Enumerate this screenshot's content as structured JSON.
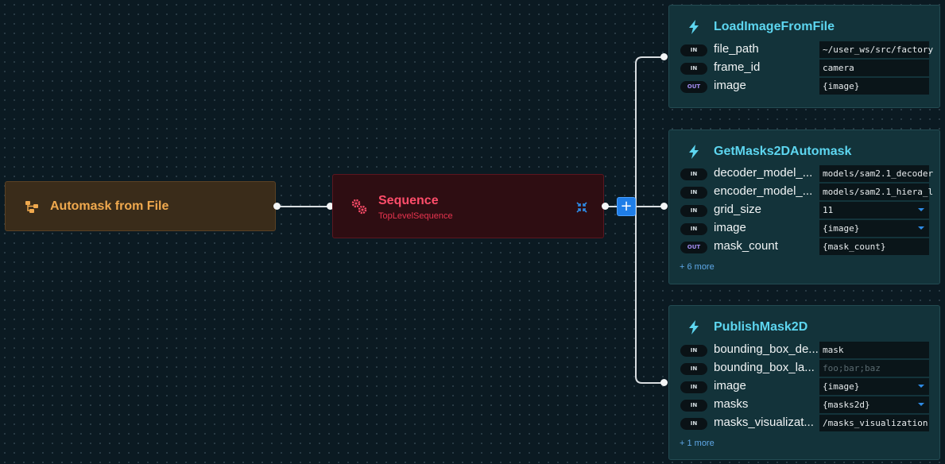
{
  "colors": {
    "background": "#0b1a22",
    "root_node": "#3a2c1a",
    "root_title": "#f0a94e",
    "sequence_node": "#2e0d12",
    "sequence_title": "#ff4d6a",
    "action_node": "#13333a",
    "action_title": "#5dd6f0",
    "add_button": "#1f7ee8",
    "edge": "#d8dde0"
  },
  "root": {
    "title": "Automask from File",
    "icon": "tree-icon"
  },
  "sequence": {
    "title": "Sequence",
    "subtitle": "TopLevelSequence",
    "icon": "gears-icon",
    "collapse_icon": "collapse-icon"
  },
  "add_button": {
    "label": "+"
  },
  "actions": [
    {
      "name": "LoadImageFromFile",
      "icon": "bolt-icon",
      "ports": [
        {
          "dir": "IN",
          "label": "file_path",
          "value": "~/user_ws/src/factory",
          "dropdown": false,
          "placeholder": false
        },
        {
          "dir": "IN",
          "label": "frame_id",
          "value": "camera",
          "dropdown": false,
          "placeholder": false
        },
        {
          "dir": "OUT",
          "label": "image",
          "value": "{image}",
          "dropdown": false,
          "placeholder": false
        }
      ],
      "more": ""
    },
    {
      "name": "GetMasks2DAutomask",
      "icon": "bolt-icon",
      "ports": [
        {
          "dir": "IN",
          "label": "decoder_model_...",
          "value": "models/sam2.1_decoder",
          "dropdown": false,
          "placeholder": false
        },
        {
          "dir": "IN",
          "label": "encoder_model_...",
          "value": "models/sam2.1_hiera_l",
          "dropdown": false,
          "placeholder": false
        },
        {
          "dir": "IN",
          "label": "grid_size",
          "value": "11",
          "dropdown": true,
          "placeholder": false
        },
        {
          "dir": "IN",
          "label": "image",
          "value": "{image}",
          "dropdown": true,
          "placeholder": false
        },
        {
          "dir": "OUT",
          "label": "mask_count",
          "value": "{mask_count}",
          "dropdown": false,
          "placeholder": false
        }
      ],
      "more": "+ 6 more"
    },
    {
      "name": "PublishMask2D",
      "icon": "bolt-icon",
      "ports": [
        {
          "dir": "IN",
          "label": "bounding_box_de...",
          "value": "mask",
          "dropdown": false,
          "placeholder": false
        },
        {
          "dir": "IN",
          "label": "bounding_box_la...",
          "value": "foo;bar;baz",
          "dropdown": false,
          "placeholder": true
        },
        {
          "dir": "IN",
          "label": "image",
          "value": "{image}",
          "dropdown": true,
          "placeholder": false
        },
        {
          "dir": "IN",
          "label": "masks",
          "value": "{masks2d}",
          "dropdown": true,
          "placeholder": false
        },
        {
          "dir": "IN",
          "label": "masks_visualizat...",
          "value": "/masks_visualization",
          "dropdown": false,
          "placeholder": false
        }
      ],
      "more": "+ 1 more"
    }
  ]
}
